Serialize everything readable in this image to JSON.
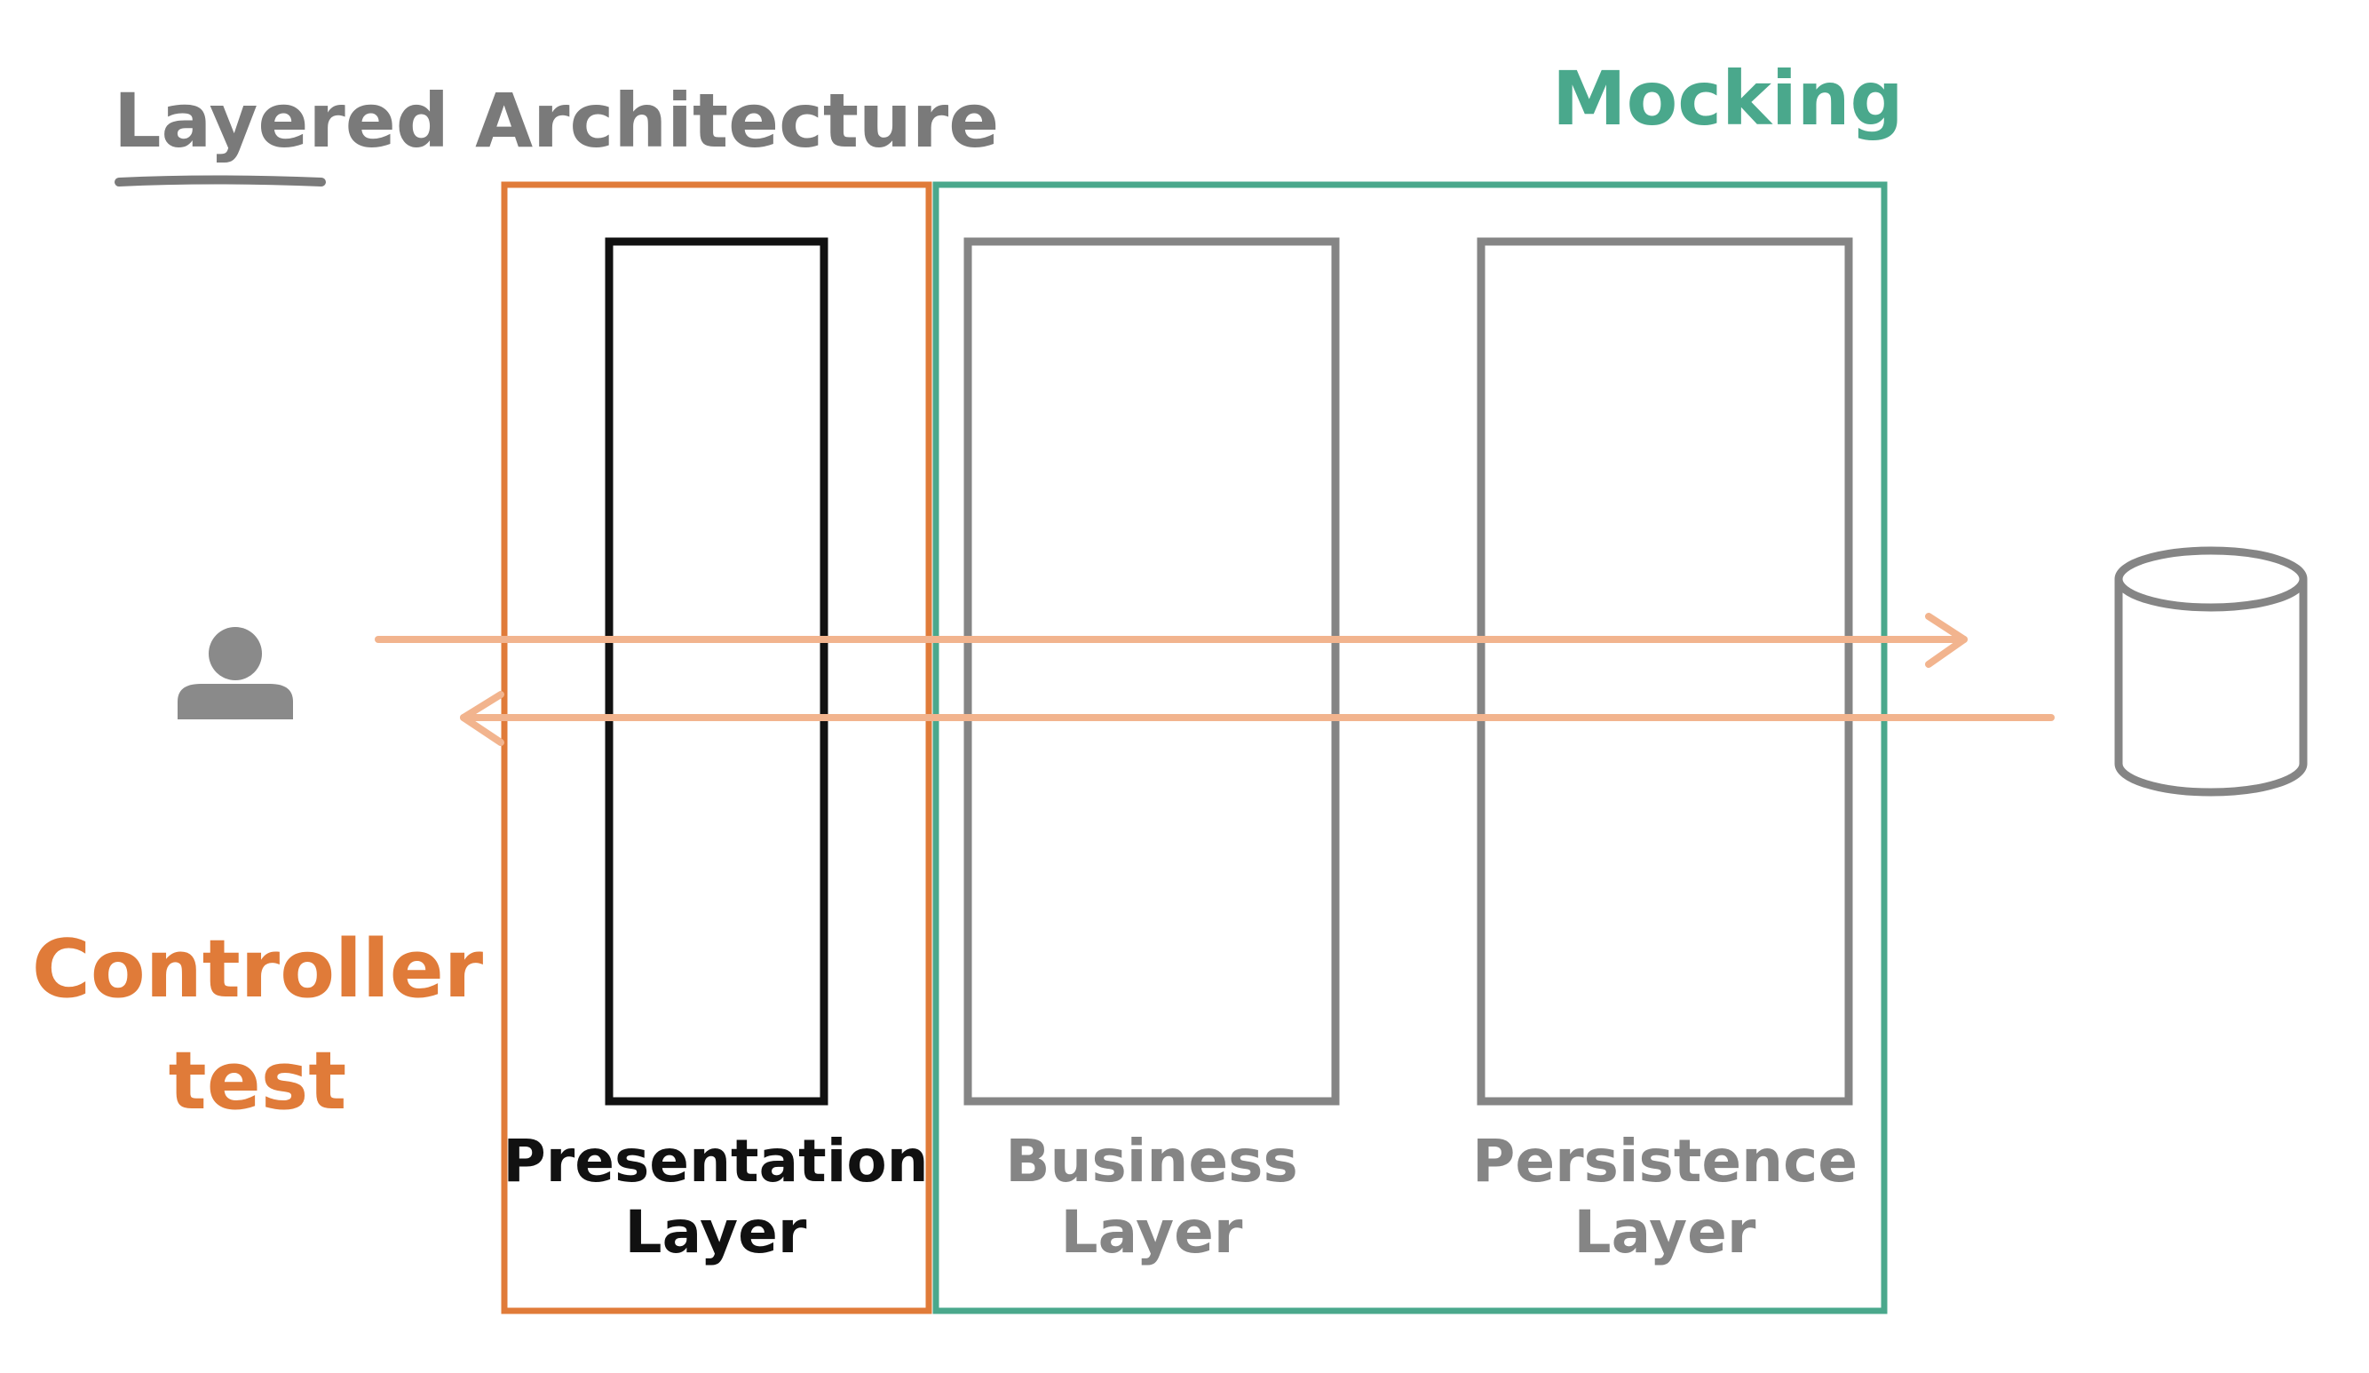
{
  "diagram": {
    "title": "Layered Architecture",
    "mocking_label": "Mocking",
    "controller_label_line1": "Controller",
    "controller_label_line2": "test",
    "layers": [
      {
        "line1": "Presentation",
        "line2": "Layer"
      },
      {
        "line1": "Business",
        "line2": "Layer"
      },
      {
        "line1": "Persistence",
        "line2": "Layer"
      }
    ],
    "colors": {
      "title_gray": "#7a7a7a",
      "box_gray": "#858585",
      "presentation_black": "#111111",
      "controller_orange": "#e07b39",
      "mocking_green": "#4aa88c",
      "arrow_peach": "#f2b48e",
      "icon_gray": "#8a8a8a"
    },
    "icons": {
      "user": "user-icon",
      "database": "database-icon"
    }
  }
}
